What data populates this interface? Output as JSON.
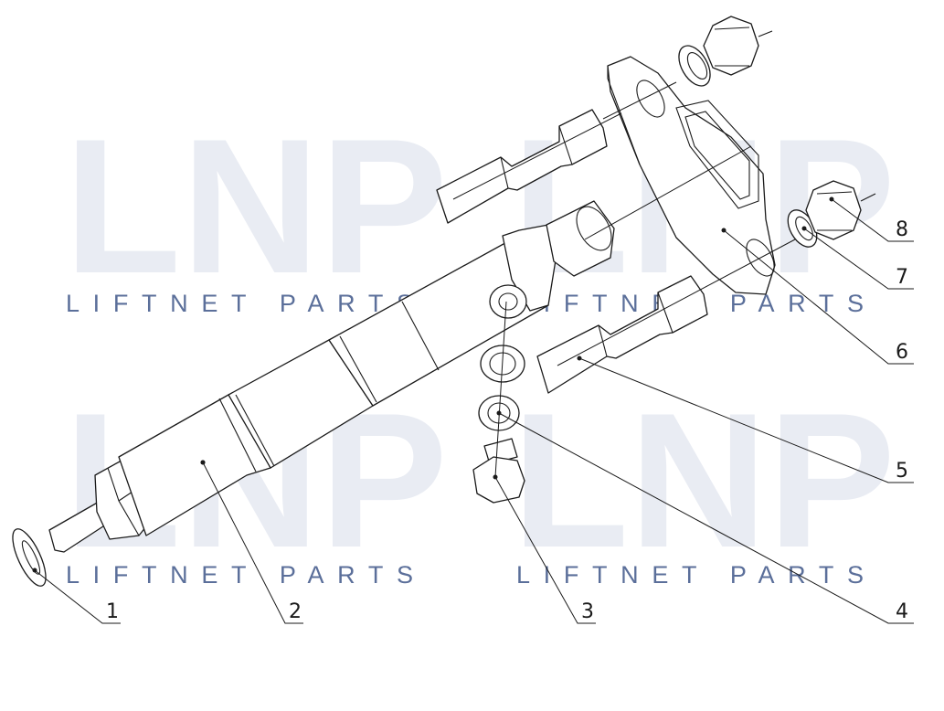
{
  "watermark": {
    "text": "LIFTNET PARTS",
    "logo": "LNP",
    "color": "#5b6f9a",
    "logo_color": "#e9ecf3"
  },
  "callouts": [
    "1",
    "2",
    "3",
    "4",
    "5",
    "6",
    "7",
    "8"
  ],
  "diagram": {
    "line_color": "#1a1a1a",
    "background": "#ffffff"
  }
}
